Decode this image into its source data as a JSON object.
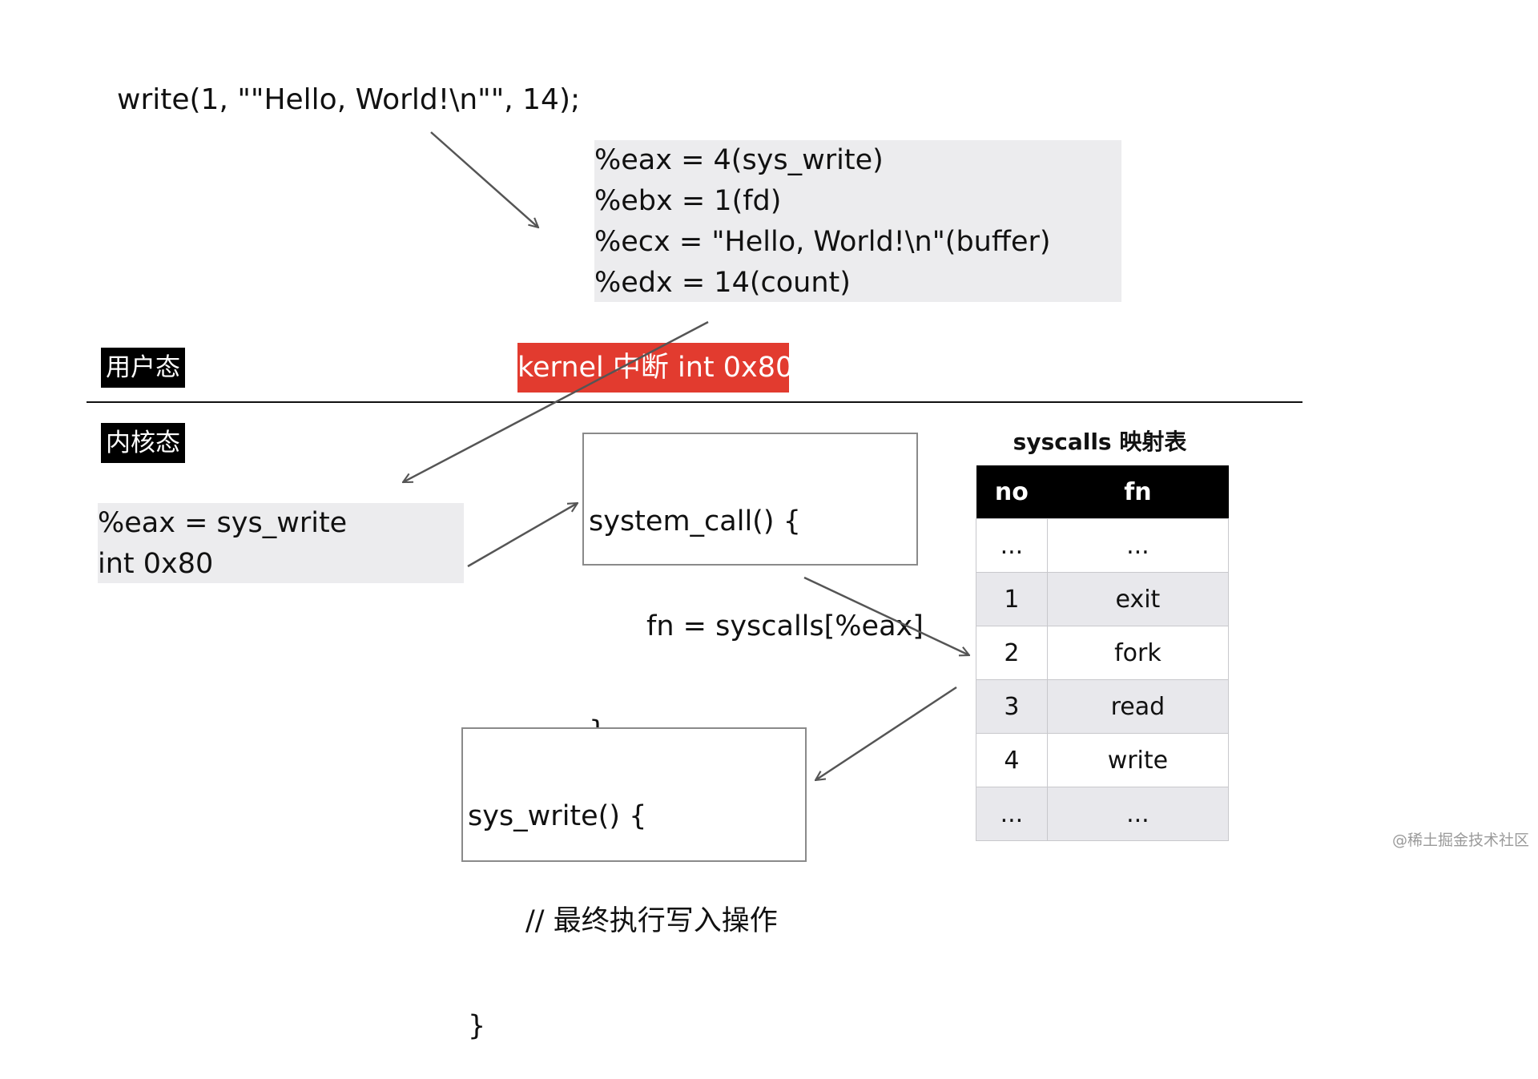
{
  "top_call": "write(1, \"\"Hello, World!\\n\"\", 14);",
  "registers": [
    "%eax = 4(sys_write)",
    "%ebx = 1(fd)",
    "%ecx = \"Hello, World!\\n\"(buffer)",
    "%edx = 14(count)"
  ],
  "user_mode_label": "用户态",
  "kernel_mode_label": "内核态",
  "interrupt_label": "kernel 中断 int 0x80",
  "kernel_regs": [
    "%eax = sys_write",
    "int 0x80"
  ],
  "system_call_code": [
    "system_call() {",
    "fn = syscalls[%eax]",
    "}"
  ],
  "sys_write_code": [
    "sys_write() {",
    "// 最终执行写入操作",
    "}"
  ],
  "table": {
    "title": "syscalls 映射表",
    "headers": [
      "no",
      "fn"
    ],
    "rows": [
      [
        "...",
        "..."
      ],
      [
        "1",
        "exit"
      ],
      [
        "2",
        "fork"
      ],
      [
        "3",
        "read"
      ],
      [
        "4",
        "write"
      ],
      [
        "...",
        "..."
      ]
    ]
  },
  "watermark": "@稀土掘金技术社区",
  "colors": {
    "interrupt_bg": "#e23b2f",
    "label_bg": "#000000",
    "box_gray": "#ececee"
  }
}
